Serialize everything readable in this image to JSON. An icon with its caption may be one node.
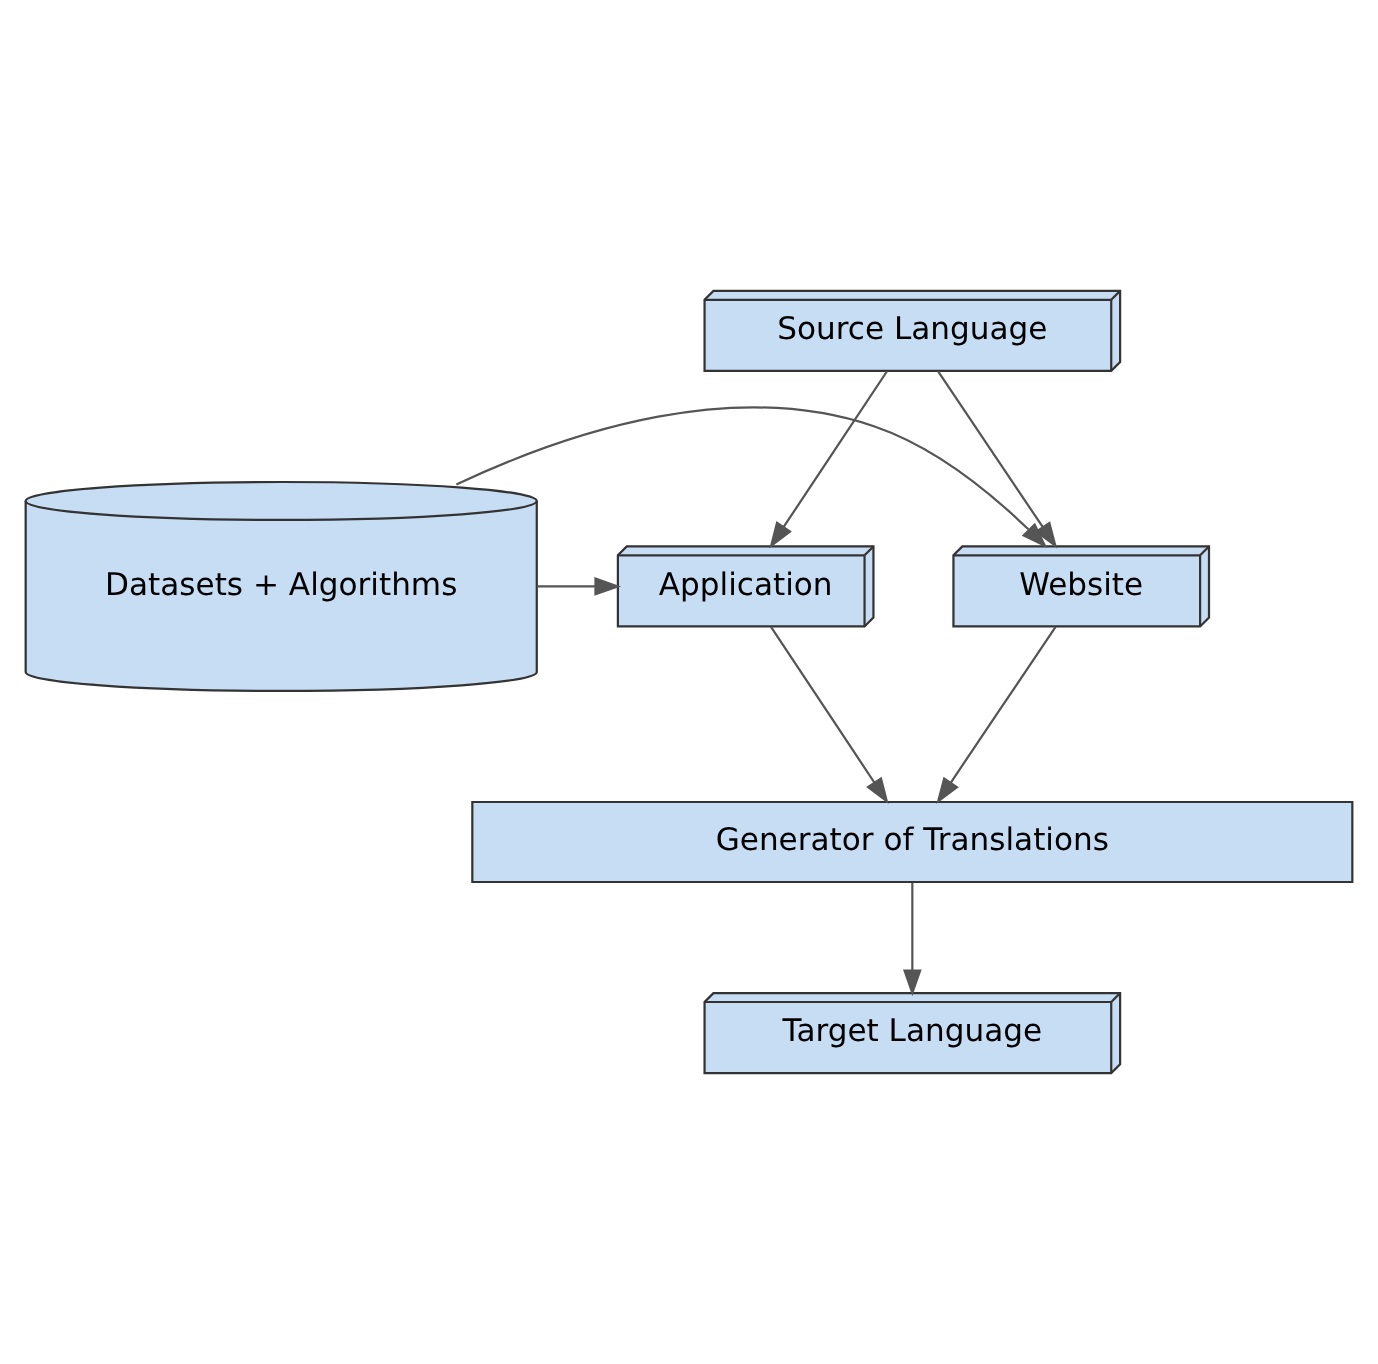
{
  "diagram": {
    "nodes": [
      {
        "text": [
          "Source Language"
        ]
      },
      {
        "text": [
          "Website"
        ]
      },
      {
        "text": [
          "Application"
        ]
      },
      {
        "text": [
          "Datasets + Algorithms"
        ]
      },
      {
        "text": [
          "Generator of Translations"
        ]
      },
      {
        "text": [
          "Target Language"
        ]
      }
    ],
    "edges": [
      {
        "from": 0,
        "to": 1,
        "arrow": "to"
      },
      {
        "from": 0,
        "to": 2,
        "arrow": "to"
      },
      {
        "from": 3,
        "to": 1,
        "arrow": "to"
      },
      {
        "from": 3,
        "to": 2,
        "arrow": "to"
      },
      {
        "from": 1,
        "to": 4,
        "arrow": "to"
      },
      {
        "from": 2,
        "to": 4,
        "arrow": "to"
      },
      {
        "from": 4,
        "to": 5,
        "arrow": "to"
      }
    ]
  }
}
